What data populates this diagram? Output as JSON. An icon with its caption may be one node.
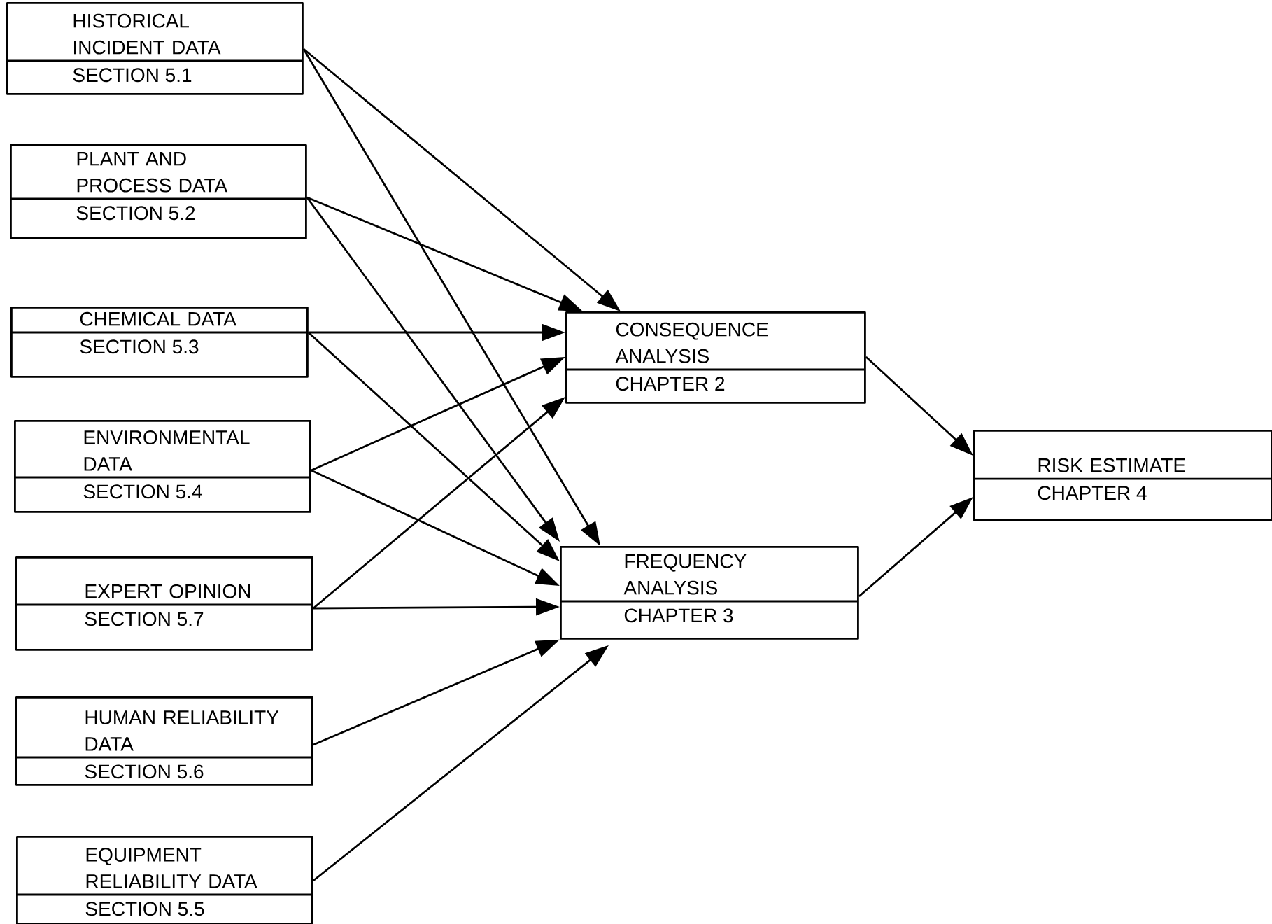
{
  "diagram": {
    "nodes": [
      {
        "text": [
          "HISTORICAL INCIDENT DATA",
          "SECTION 5.1"
        ]
      },
      {
        "text": [
          "PLANT AND PROCESS DATA",
          "SECTION 5.2"
        ]
      },
      {
        "text": [
          "CHEMICAL DATA",
          "SECTION 5.3"
        ]
      },
      {
        "text": [
          "ENVIRONMENTAL DATA",
          "SECTION 5.4"
        ]
      },
      {
        "text": [
          "EXPERT OPINION",
          "SECTION 5.7"
        ]
      },
      {
        "text": [
          "HUMAN RELIABILITY DATA",
          "SECTION 5.6"
        ]
      },
      {
        "text": [
          "EQUIPMENT RELIABILITY DATA",
          "SECTION 5.5"
        ]
      },
      {
        "text": [
          "CONSEQUENCE ANALYSIS",
          "CHAPTER 2"
        ]
      },
      {
        "text": [
          "FREQUENCY ANALYSIS",
          "CHAPTER 3"
        ]
      },
      {
        "text": [
          "RISK ESTIMATE",
          "CHAPTER 4"
        ]
      }
    ],
    "edges": [
      {
        "from": 0,
        "to": 7,
        "arrow": "to"
      },
      {
        "from": 0,
        "to": 8,
        "arrow": "to"
      },
      {
        "from": 1,
        "to": 7,
        "arrow": "to"
      },
      {
        "from": 1,
        "to": 8,
        "arrow": "to"
      },
      {
        "from": 2,
        "to": 7,
        "arrow": "to"
      },
      {
        "from": 2,
        "to": 8,
        "arrow": "to"
      },
      {
        "from": 3,
        "to": 7,
        "arrow": "to"
      },
      {
        "from": 3,
        "to": 8,
        "arrow": "to"
      },
      {
        "from": 4,
        "to": 7,
        "arrow": "to"
      },
      {
        "from": 4,
        "to": 8,
        "arrow": "to"
      },
      {
        "from": 5,
        "to": 8,
        "arrow": "to"
      },
      {
        "from": 6,
        "to": 8,
        "arrow": "to"
      },
      {
        "from": 7,
        "to": 9,
        "arrow": "to"
      },
      {
        "from": 8,
        "to": 9,
        "arrow": "to"
      }
    ]
  }
}
